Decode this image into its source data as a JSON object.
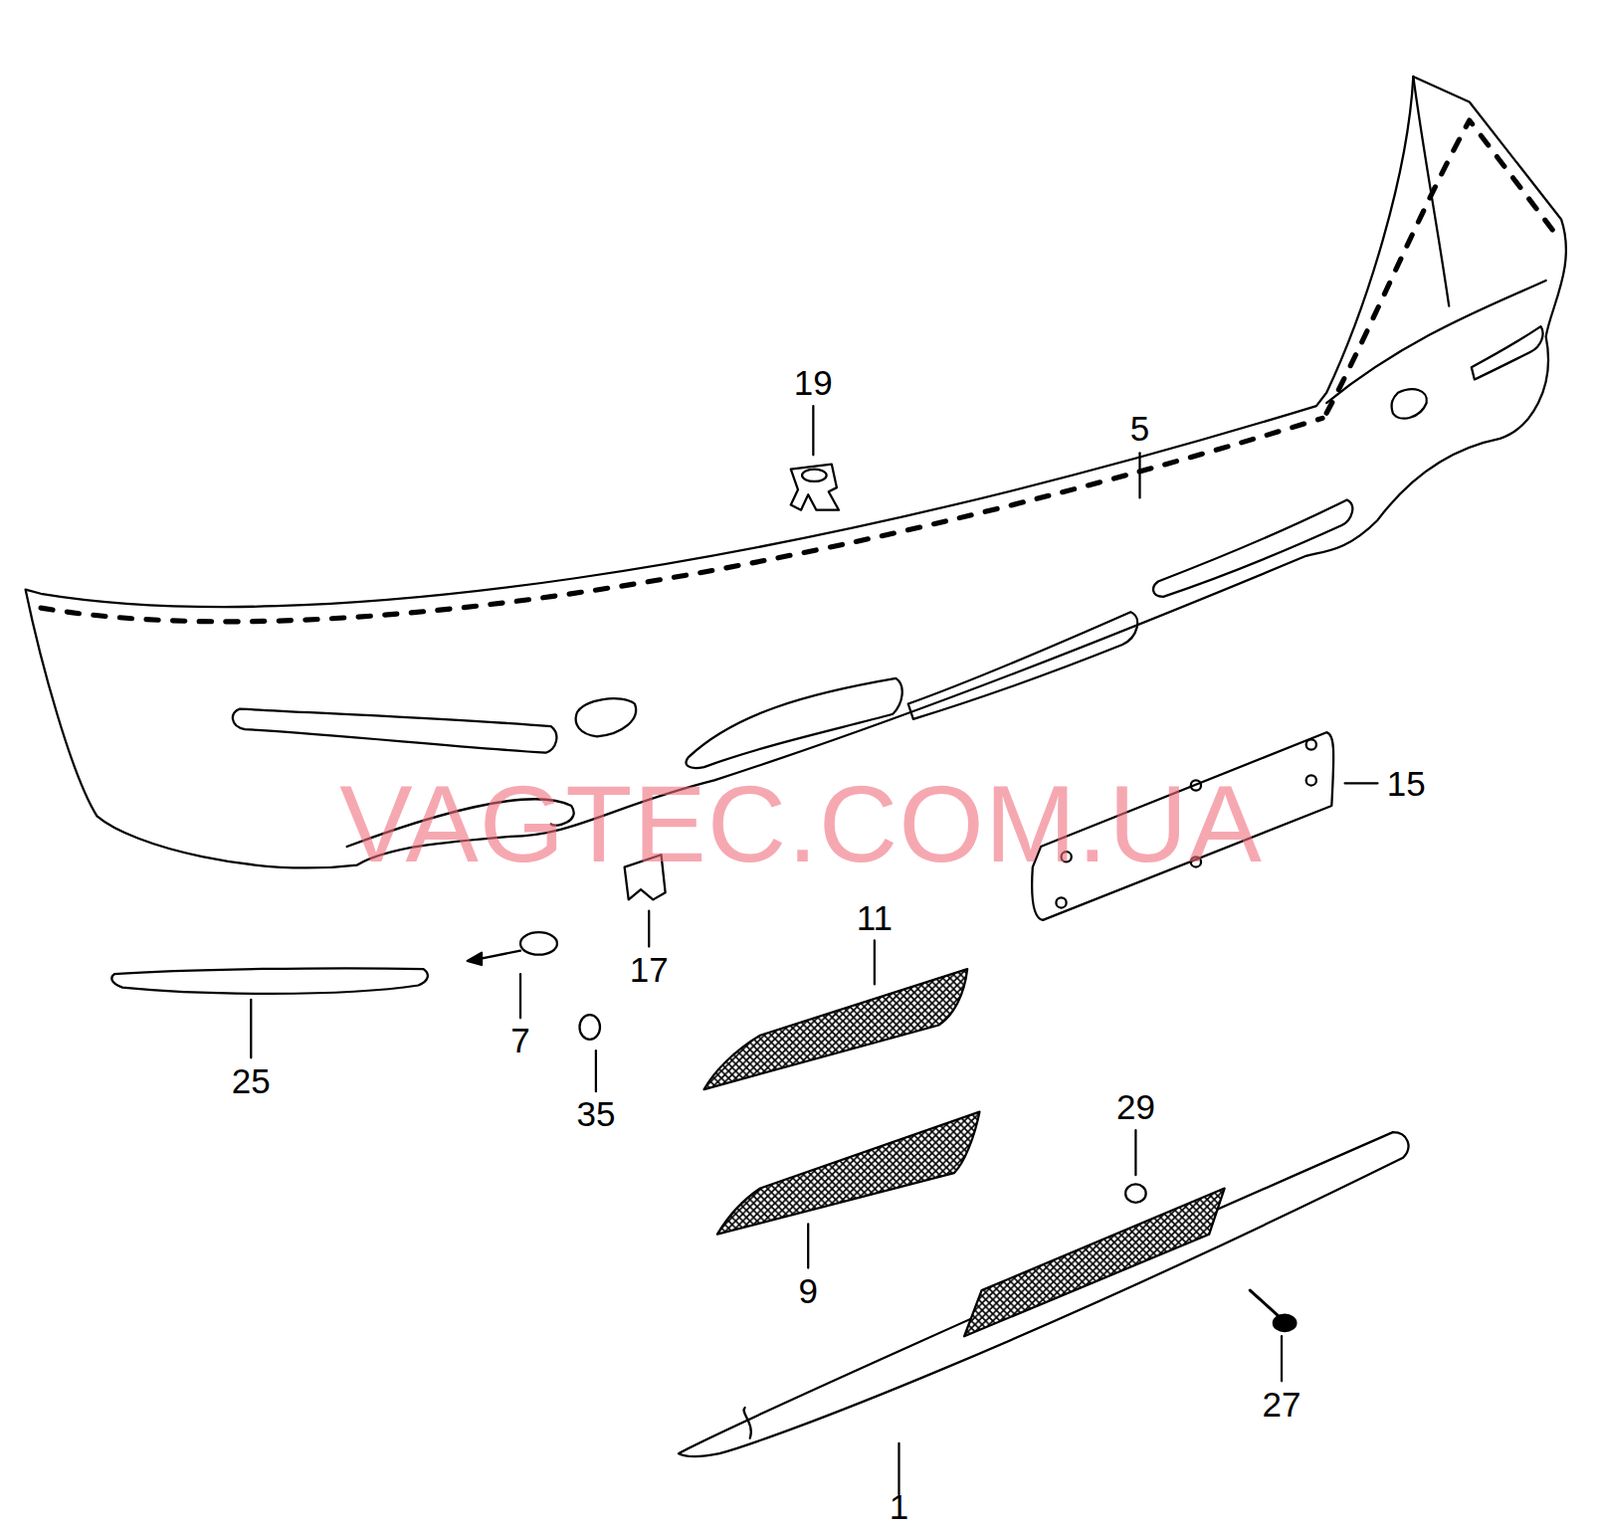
{
  "diagram": {
    "labels": [
      "19",
      "5",
      "VAGTEC.COM.UA",
      "15",
      "11",
      "17",
      "25",
      "7",
      "35",
      "29",
      "9",
      "27",
      "1"
    ]
  }
}
